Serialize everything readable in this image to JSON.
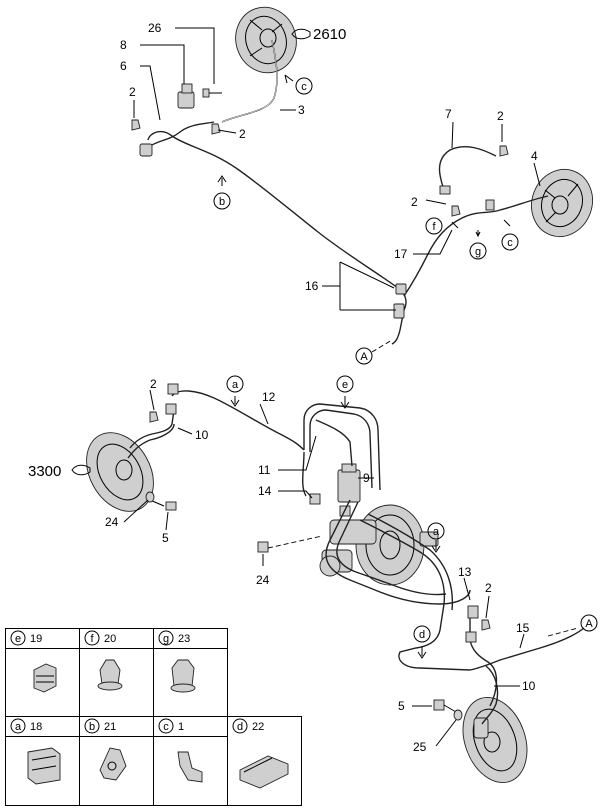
{
  "labels": {
    "n26": "26",
    "n2610": "2610",
    "n8": "8",
    "n6": "6",
    "c_top": "c",
    "n3": "3",
    "n2_a": "2",
    "n2_b": "2",
    "b_top": "b",
    "n7": "7",
    "n2_c": "2",
    "n4": "4",
    "n2_d": "2",
    "f_mid": "f",
    "g_mid": "g",
    "c_mid": "c",
    "n17": "17",
    "n16": "16",
    "A_top": "A",
    "a_left": "a",
    "n2_e": "2",
    "n12": "12",
    "e_top": "e",
    "n10_a": "10",
    "n3300": "3300",
    "n11": "11",
    "n9": "9",
    "n14": "14",
    "n24_a": "24",
    "n5_a": "5",
    "a_right": "a",
    "n24_b": "24",
    "n13": "13",
    "n2_f": "2",
    "n15": "15",
    "A_right": "A",
    "d_low": "d",
    "n10_b": "10",
    "n5_b": "5",
    "n25": "25"
  },
  "legend": {
    "cells": [
      {
        "letter": "e",
        "part": "19"
      },
      {
        "letter": "f",
        "part": "20"
      },
      {
        "letter": "g",
        "part": "23"
      },
      {
        "letter": "a",
        "part": "18"
      },
      {
        "letter": "b",
        "part": "21"
      },
      {
        "letter": "c",
        "part": "1"
      },
      {
        "letter": "d",
        "part": "22"
      }
    ]
  }
}
